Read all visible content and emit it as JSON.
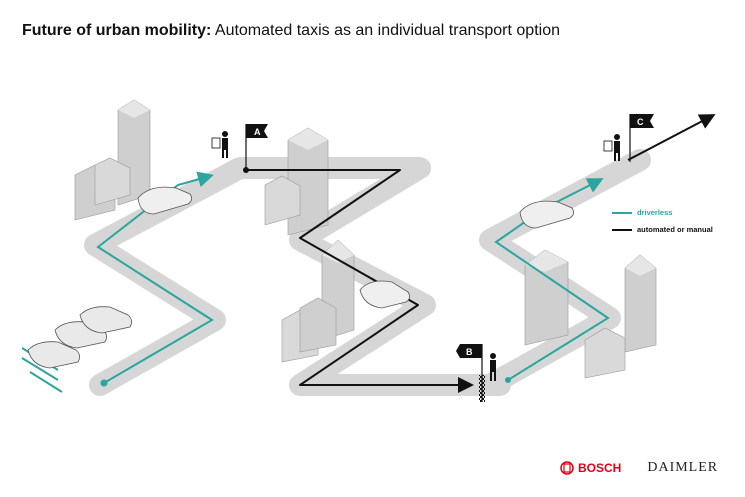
{
  "title": {
    "bold": "Future of urban mobility:",
    "rest": "Automated taxis as an individual transport option"
  },
  "flags": [
    {
      "label": "A"
    },
    {
      "label": "B"
    },
    {
      "label": "C"
    }
  ],
  "legend": [
    {
      "label": "driverless",
      "color": "#2aa5a0"
    },
    {
      "label": "automated or manual",
      "color": "#111111"
    }
  ],
  "logos": {
    "bosch": "BOSCH",
    "daimler": "DAIMLER"
  },
  "colors": {
    "road": "#d6d6d6",
    "road_edge": "#bfbfbf",
    "teal": "#2aa5a0",
    "black": "#111111",
    "bosch_red": "#e20015"
  }
}
